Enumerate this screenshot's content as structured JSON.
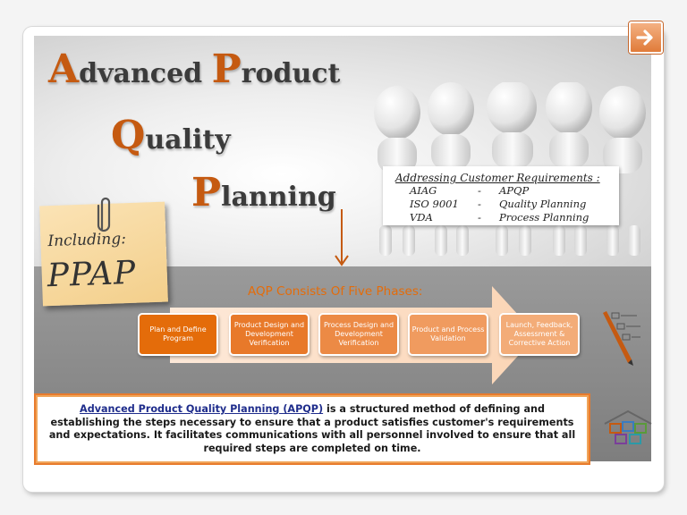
{
  "navigation": {
    "next_icon": "arrow-right-icon"
  },
  "title": {
    "line1": {
      "cap1": "A",
      "rest1": "dvanced ",
      "cap2": "P",
      "rest2": "roduct"
    },
    "line2": {
      "cap": "Q",
      "rest": "uality"
    },
    "line3": {
      "cap": "P",
      "rest": "lanning"
    },
    "accent_color": "#c55a11"
  },
  "note": {
    "label": "Including:",
    "value": "PPAP"
  },
  "sign": {
    "heading": "Addressing Customer Requirements :",
    "rows": [
      {
        "org": "AIAG",
        "sep": "-",
        "req": "APQP"
      },
      {
        "org": "ISO 9001",
        "sep": "-",
        "req": "Quality Planning"
      },
      {
        "org": "VDA",
        "sep": "-",
        "req": "Process Planning"
      }
    ]
  },
  "phases": {
    "title": "AQP Consists Of Five Phases:",
    "items": [
      {
        "label": "Plan and Define Program"
      },
      {
        "label": "Product Design and Development Verification"
      },
      {
        "label": "Process Design and Development Verification"
      },
      {
        "label": "Product and Process Validation"
      },
      {
        "label": "Launch, Feedback, Assessment & Corrective Action"
      }
    ]
  },
  "description": {
    "term": "Advanced Product Quality Planning (APQP)",
    "line1_rest": " is a structured method of defining and",
    "line2": "establishing the steps necessary to ensure that a product satisfies customer's requirements",
    "line3": "and expectations. It facilitates communications with all personnel involved to ensure that all",
    "line4": "required steps are completed on time."
  },
  "colors": {
    "orange": "#e46c0a",
    "dark_orange": "#c55a11",
    "term_blue": "#1f2d8c"
  }
}
